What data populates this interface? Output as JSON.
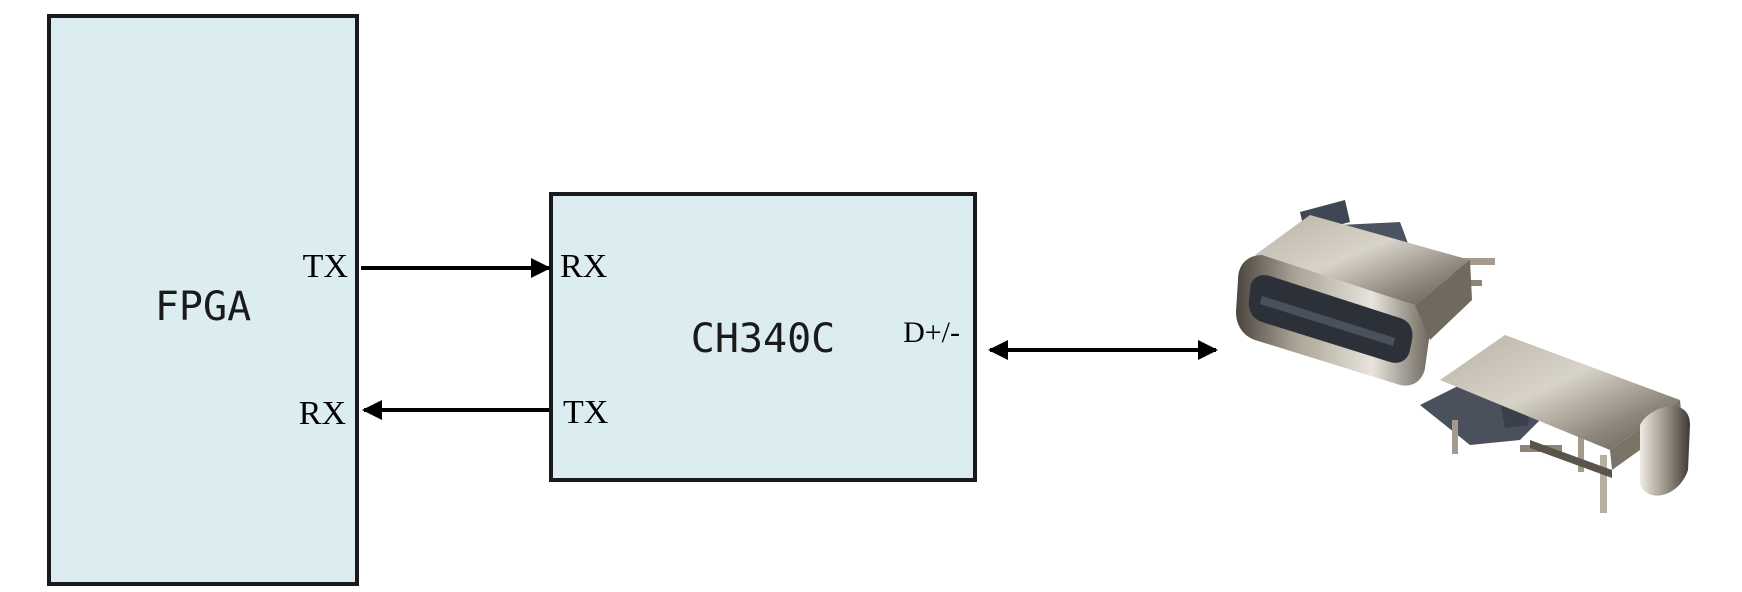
{
  "blocks": {
    "fpga": {
      "title": "FPGA",
      "tx_label": "TX",
      "rx_label": "RX"
    },
    "ch340c": {
      "title": "CH340C",
      "rx_label": "RX",
      "tx_label": "TX",
      "usb_label": "D+/-"
    }
  },
  "colors": {
    "block_fill": "#dcedf2",
    "block_stroke": "#1a1a1a",
    "arrow": "#000000"
  },
  "image": {
    "subject": "usb-type-c-connector-photo"
  }
}
